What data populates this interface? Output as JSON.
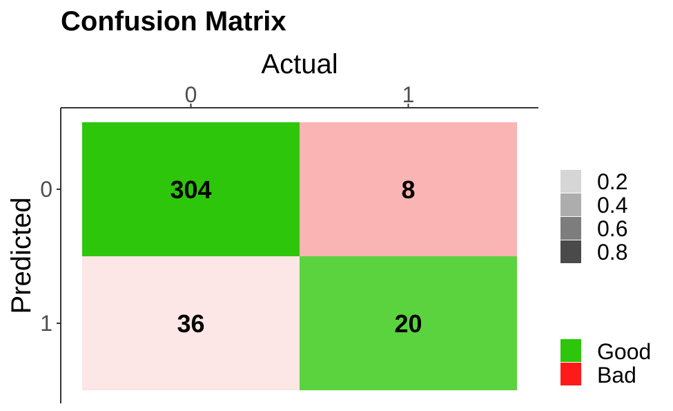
{
  "chart_data": {
    "type": "heatmap",
    "title": "Confusion Matrix",
    "xlabel": "Actual",
    "ylabel": "Predicted",
    "x_categories": [
      "0",
      "1"
    ],
    "y_categories": [
      "0",
      "1"
    ],
    "x_axis_position": "top",
    "grid": false,
    "cells": [
      {
        "actual": "0",
        "predicted": "0",
        "value": 304,
        "outcome": "Good",
        "color": "#2dc60b"
      },
      {
        "actual": "1",
        "predicted": "0",
        "value": 8,
        "outcome": "Bad",
        "color": "#fbb4b4"
      },
      {
        "actual": "0",
        "predicted": "1",
        "value": 36,
        "outcome": "Bad",
        "color": "#fde6e6"
      },
      {
        "actual": "1",
        "predicted": "1",
        "value": 20,
        "outcome": "Good",
        "color": "#5bd33f"
      }
    ],
    "legend_alpha": {
      "placement": "right",
      "entries": [
        {
          "label": "0.2",
          "color": "#d6d6d6"
        },
        {
          "label": "0.4",
          "color": "#adadad"
        },
        {
          "label": "0.6",
          "color": "#7d7d7d"
        },
        {
          "label": "0.8",
          "color": "#4a4a4a"
        }
      ]
    },
    "legend_outcome": {
      "placement": "right",
      "entries": [
        {
          "label": "Good",
          "color": "#2dc60b"
        },
        {
          "label": "Bad",
          "color": "#ff1a1a"
        }
      ]
    }
  }
}
